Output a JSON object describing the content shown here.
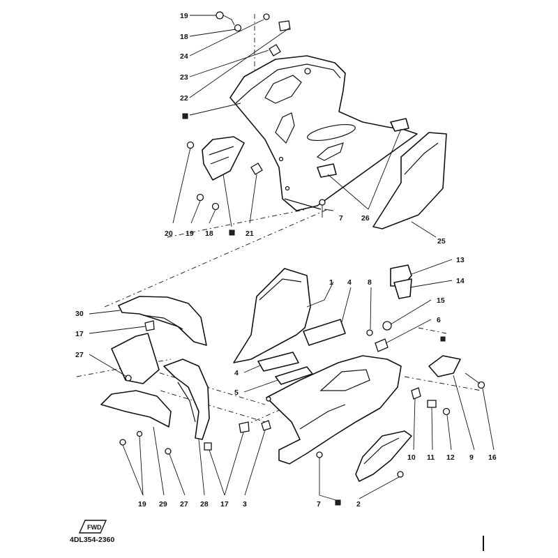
{
  "diagram": {
    "reference_code": "4DL354-2360",
    "forward_arrow_label": "FWD",
    "callouts": [
      "19",
      "18",
      "24",
      "23",
      "22",
      "20",
      "19",
      "18",
      "21",
      "7",
      "26",
      "25",
      "13",
      "14",
      "1",
      "4",
      "8",
      "15",
      "6",
      "30",
      "17",
      "27",
      "4",
      "5",
      "10",
      "11",
      "12",
      "9",
      "16",
      "19",
      "29",
      "27",
      "28",
      "17",
      "3",
      "7",
      "2"
    ]
  },
  "colors": {
    "ink": "#111111",
    "paper": "#ffffff"
  }
}
